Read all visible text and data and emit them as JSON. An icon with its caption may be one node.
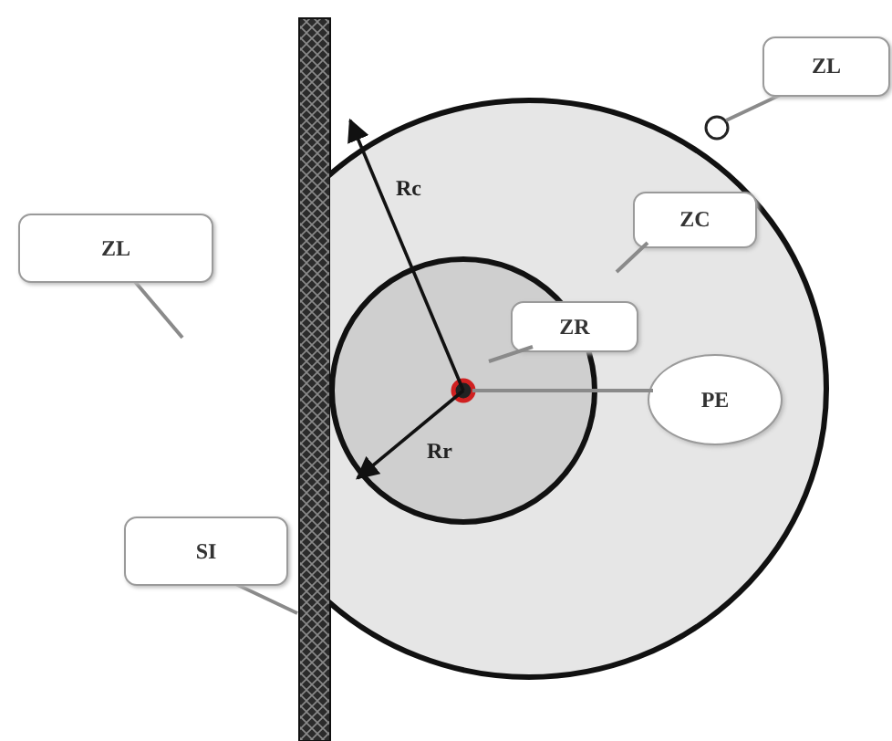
{
  "diagram": {
    "nodes": [
      {
        "text": [],
        "shape": "bar"
      },
      {
        "text": [],
        "shape": "circle"
      },
      {
        "text": [],
        "shape": "circle",
        "in": 1
      },
      {
        "text": [],
        "shape": "circle",
        "in": 2
      },
      {
        "text": [],
        "shape": "circle"
      },
      {
        "text": [
          "ZL"
        ]
      },
      {
        "text": [
          "ZL"
        ]
      },
      {
        "text": [
          "ZC"
        ],
        "in": 1
      },
      {
        "text": [
          "ZR"
        ],
        "in": 1
      },
      {
        "text": [
          "PE"
        ],
        "in": 1
      },
      {
        "text": [
          "SI"
        ]
      }
    ],
    "edges": [
      {
        "from": 5,
        "to": 4,
        "arrow": "none"
      },
      {
        "from": 6,
        "to": null,
        "arrow": "none"
      },
      {
        "from": 7,
        "to": 1,
        "arrow": "none"
      },
      {
        "from": 8,
        "to": 2,
        "arrow": "none"
      },
      {
        "from": 9,
        "to": 3,
        "arrow": "none"
      },
      {
        "from": 10,
        "to": 0,
        "arrow": "none"
      }
    ],
    "labels": [
      "Rc",
      "Rr"
    ]
  }
}
